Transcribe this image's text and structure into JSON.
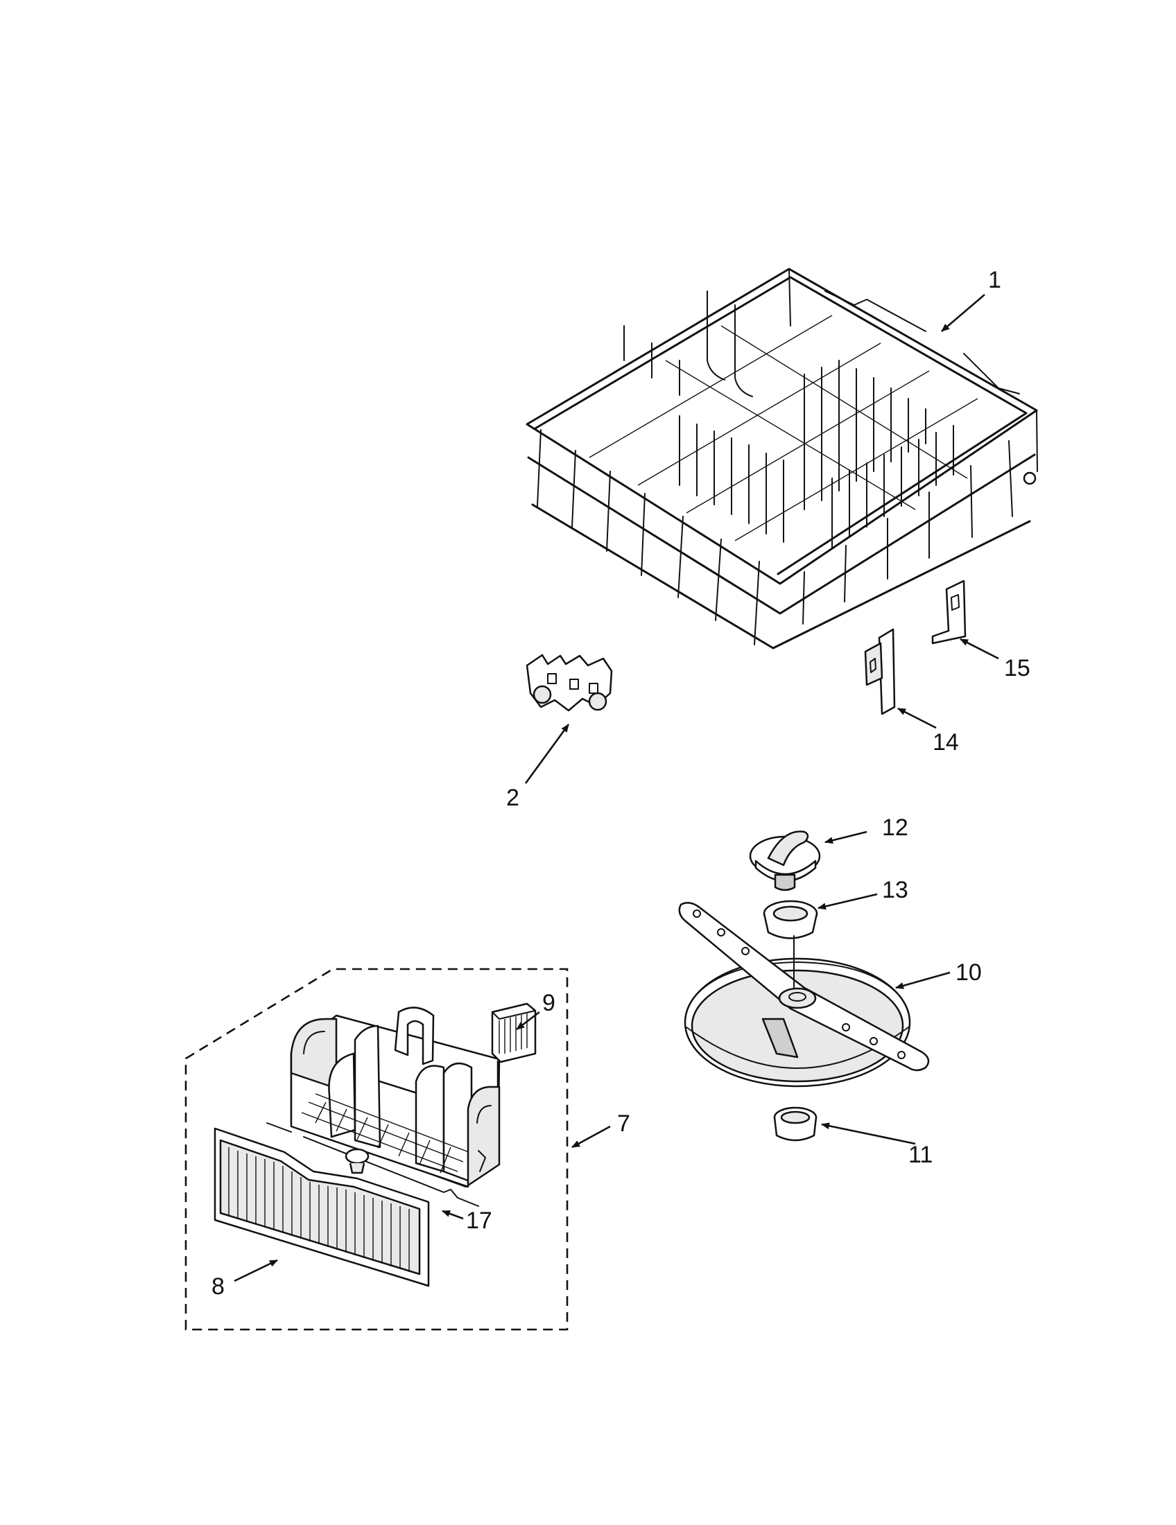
{
  "callouts": [
    {
      "id": "1",
      "label": "1"
    },
    {
      "id": "2",
      "label": "2"
    },
    {
      "id": "7",
      "label": "7"
    },
    {
      "id": "8",
      "label": "8"
    },
    {
      "id": "9",
      "label": "9"
    },
    {
      "id": "10",
      "label": "10"
    },
    {
      "id": "11",
      "label": "11"
    },
    {
      "id": "12",
      "label": "12"
    },
    {
      "id": "13",
      "label": "13"
    },
    {
      "id": "14",
      "label": "14"
    },
    {
      "id": "15",
      "label": "15"
    },
    {
      "id": "17",
      "label": "17"
    }
  ]
}
